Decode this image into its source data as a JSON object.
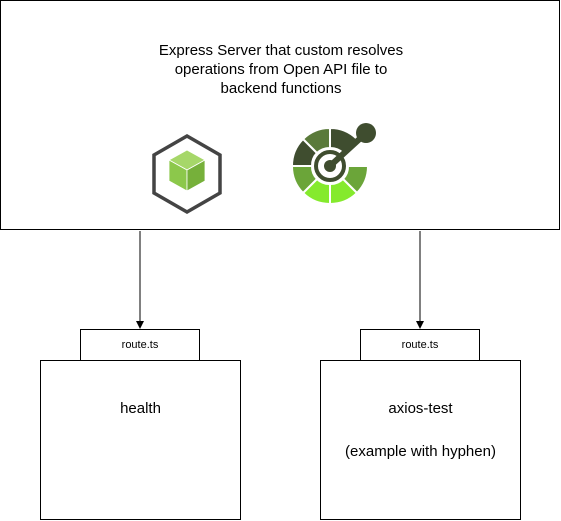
{
  "server": {
    "lines": [
      "Express Server that custom resolves",
      "operations from Open API file to",
      "backend functions"
    ],
    "icons": [
      "nodejs-icon",
      "openapi-icon"
    ]
  },
  "routes": [
    {
      "tab_label": "route.ts",
      "title": "health",
      "subtitle": ""
    },
    {
      "tab_label": "route.ts",
      "title": "axios-test",
      "subtitle": "(example with hyphen)"
    }
  ],
  "colors": {
    "node_dark": "#444444",
    "node_green": "#8cc84b",
    "openapi_dark": "#3f4d2f",
    "openapi_green": "#85ea2d",
    "openapi_mid": "#6ba539"
  }
}
